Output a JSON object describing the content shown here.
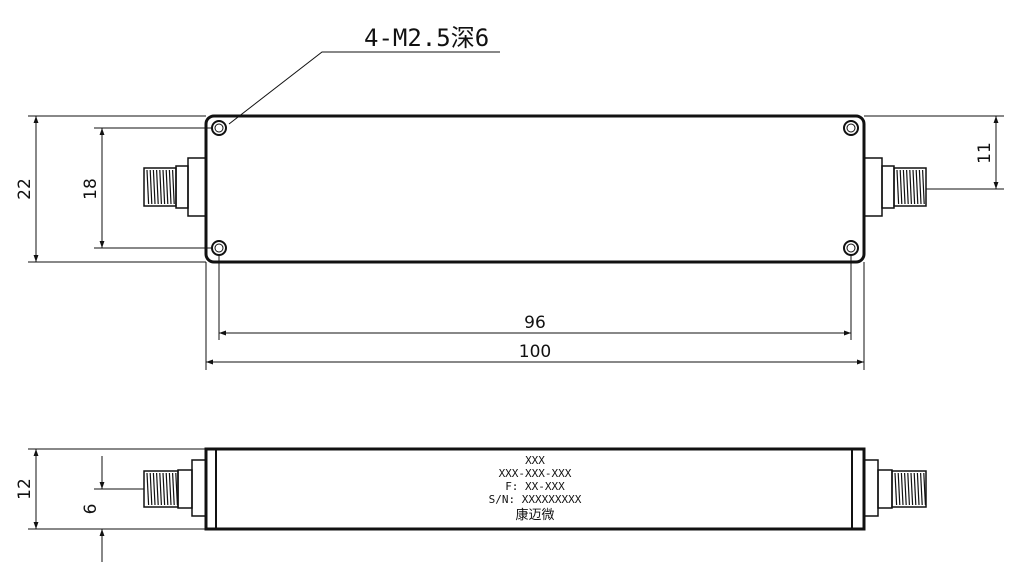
{
  "callout": {
    "text": "4-M2.5深6"
  },
  "dimensions": {
    "height_overall": "22",
    "height_holes": "18",
    "connector_offset": "11",
    "width_holes": "96",
    "width_overall": "100",
    "side_height": "12",
    "side_connector": "6"
  },
  "nameplate": {
    "line1": "XXX",
    "line2": "XXX-XXX-XXX",
    "line3": "F: XX-XXX",
    "line4": "S/N: XXXXXXXXX",
    "line5": "康迈微"
  },
  "colors": {
    "line": "#111111",
    "background": "#ffffff"
  }
}
